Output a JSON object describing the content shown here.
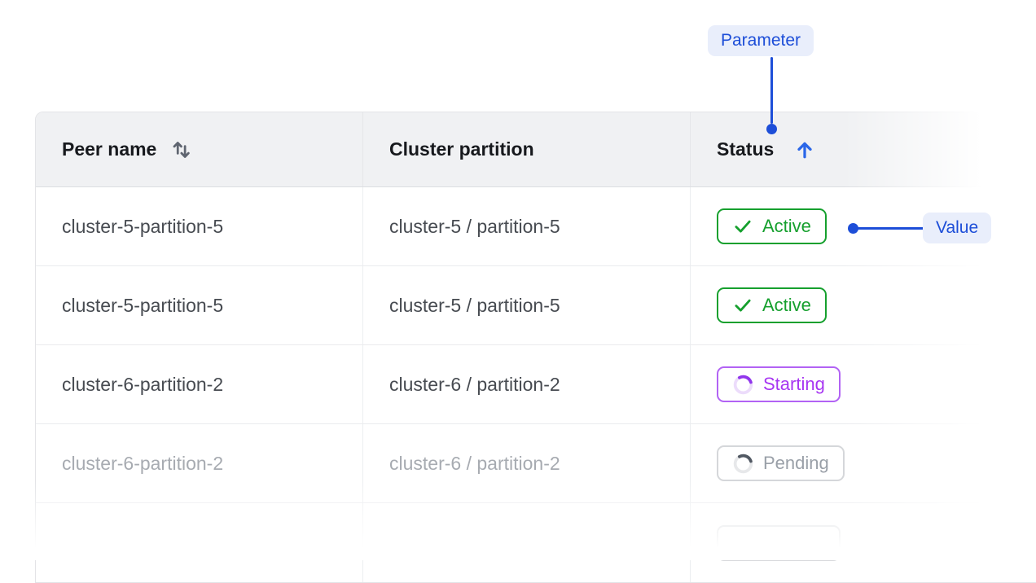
{
  "annotations": {
    "parameter_label": "Parameter",
    "value_label": "Value"
  },
  "table": {
    "columns": [
      {
        "label": "Peer name",
        "sort_icon": "sort-both-icon",
        "sort_state": "sortable"
      },
      {
        "label": "Cluster partition",
        "sort_icon": null,
        "sort_state": null
      },
      {
        "label": "Status",
        "sort_icon": "sort-ascending-icon",
        "sort_state": "ascending"
      }
    ],
    "rows": [
      {
        "peer_name": "cluster-5-partition-5",
        "cluster_partition": "cluster-5 / partition-5",
        "status": "Active",
        "status_kind": "active",
        "status_icon": "check-icon",
        "muted": false
      },
      {
        "peer_name": "cluster-5-partition-5",
        "cluster_partition": "cluster-5 / partition-5",
        "status": "Active",
        "status_kind": "active",
        "status_icon": "check-icon",
        "muted": false
      },
      {
        "peer_name": "cluster-6-partition-2",
        "cluster_partition": "cluster-6 / partition-2",
        "status": "Starting",
        "status_kind": "starting",
        "status_icon": "spinner-icon",
        "muted": false
      },
      {
        "peer_name": "cluster-6-partition-2",
        "cluster_partition": "cluster-6 / partition-2",
        "status": "Pending",
        "status_kind": "pending",
        "status_icon": "spinner-icon",
        "muted": true
      },
      {
        "peer_name": "",
        "cluster_partition": "",
        "status": "",
        "status_kind": "partial",
        "status_icon": null,
        "muted": true
      }
    ]
  },
  "colors": {
    "annotation_blue": "#1d4ed8",
    "annotation_bg": "#e9eefb",
    "sort_active_blue": "#2b67e8",
    "active_green": "#16a02e",
    "starting_purple": "#a736f2",
    "starting_border": "#b263f4",
    "pending_gray": "#9aa0a8",
    "header_bg": "#f0f1f3"
  }
}
